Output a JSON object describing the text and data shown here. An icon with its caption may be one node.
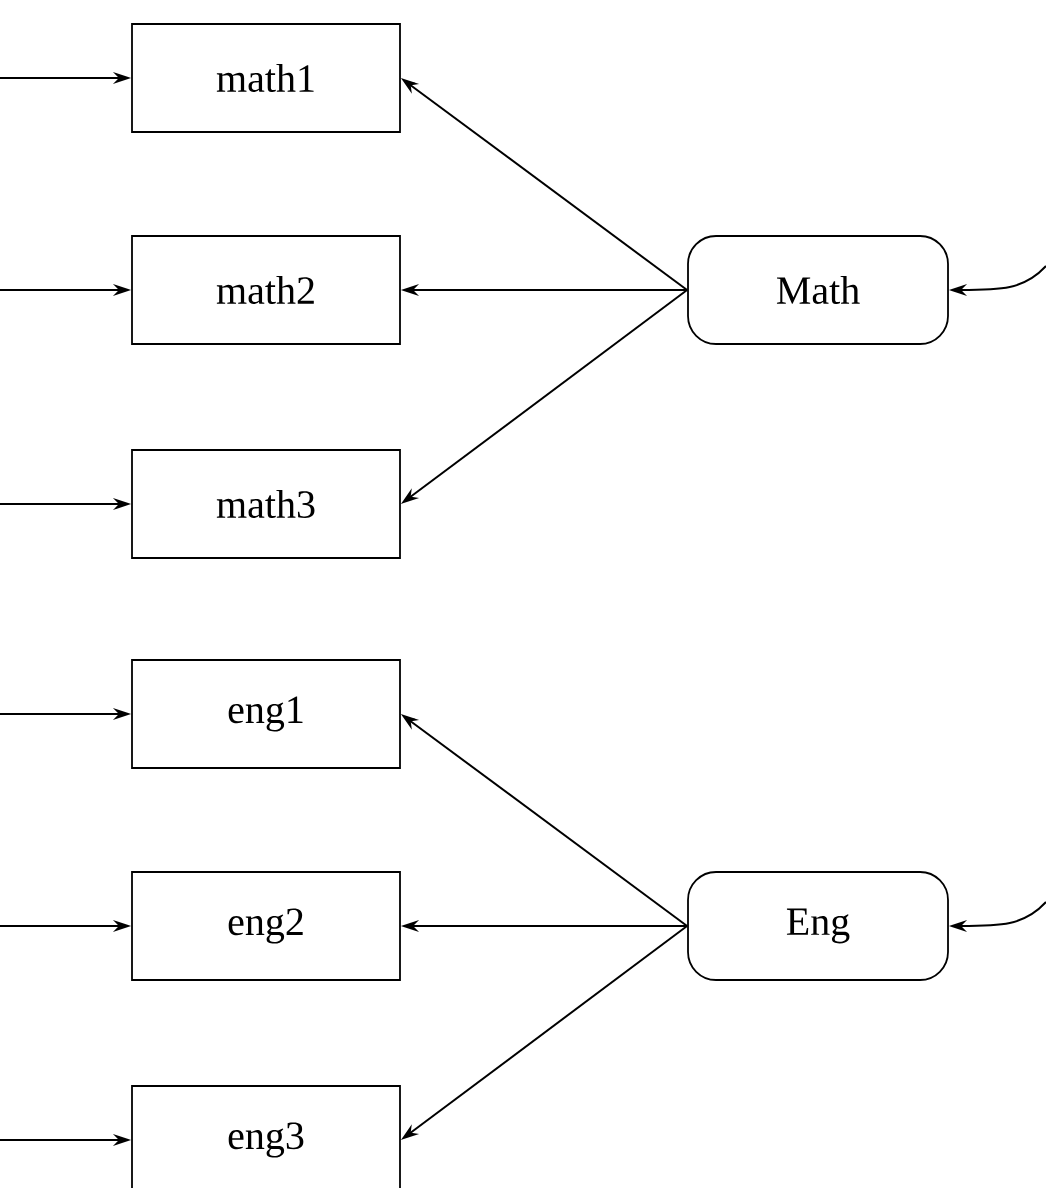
{
  "diagram": {
    "nodes": [
      {
        "text": [
          "math1"
        ]
      },
      {
        "text": [
          "math2"
        ]
      },
      {
        "text": [
          "math3"
        ]
      },
      {
        "text": [
          "eng1"
        ]
      },
      {
        "text": [
          "eng2"
        ]
      },
      {
        "text": [
          "eng3"
        ]
      },
      {
        "text": [
          "Math"
        ]
      },
      {
        "text": [
          "Eng"
        ]
      }
    ],
    "edges": [
      {
        "from": 6,
        "to": 0,
        "arrow": "to"
      },
      {
        "from": 6,
        "to": 1,
        "arrow": "to"
      },
      {
        "from": 6,
        "to": 2,
        "arrow": "to"
      },
      {
        "from": 7,
        "to": 3,
        "arrow": "to"
      },
      {
        "from": 7,
        "to": 4,
        "arrow": "to"
      },
      {
        "from": 7,
        "to": 5,
        "arrow": "to"
      },
      {
        "from": null,
        "to": 0,
        "arrow": "to"
      },
      {
        "from": null,
        "to": 1,
        "arrow": "to"
      },
      {
        "from": null,
        "to": 2,
        "arrow": "to"
      },
      {
        "from": null,
        "to": 3,
        "arrow": "to"
      },
      {
        "from": null,
        "to": 4,
        "arrow": "to"
      },
      {
        "from": null,
        "to": 5,
        "arrow": "to"
      },
      {
        "from": null,
        "to": 6,
        "arrow": "to"
      },
      {
        "from": null,
        "to": 7,
        "arrow": "to"
      }
    ]
  }
}
